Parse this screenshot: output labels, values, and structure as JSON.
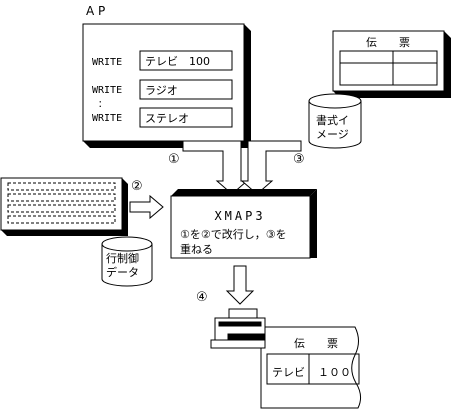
{
  "ap": {
    "title": "A P",
    "rows": [
      {
        "keyword": "WRITE",
        "value": "テレビ　100"
      },
      {
        "keyword": "WRITE",
        "value": "ラジオ"
      },
      {
        "keyword": "WRITE",
        "value": "ステレオ"
      }
    ],
    "ellipsis": "："
  },
  "form_format": {
    "header": "伝　　票",
    "label_line1": "書式イ",
    "label_line2": "メージ"
  },
  "line_control": {
    "label_line1": "行制御",
    "label_line2": "データ"
  },
  "xmap": {
    "title": "XMAP3",
    "desc_line1": "①を②で改行し，③を",
    "desc_line2": "重ねる"
  },
  "markers": {
    "m1": "①",
    "m2": "②",
    "m3": "③",
    "m4": "④"
  },
  "output": {
    "header": "伝　　票",
    "item": "テレビ",
    "qty": "１００"
  }
}
